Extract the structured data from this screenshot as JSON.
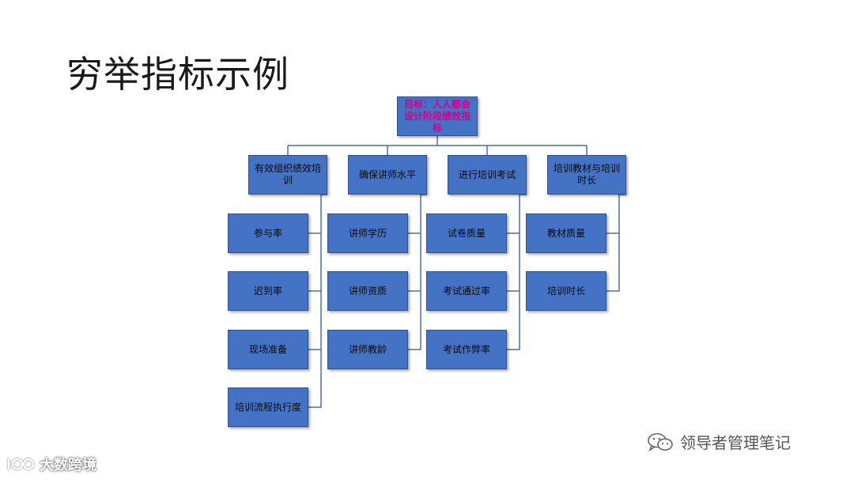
{
  "title": "穷举指标示例",
  "root": "目标：人人都会设计阶段绩效指标",
  "branches": [
    {
      "label": "有效组织绩效培训",
      "children": [
        "参与率",
        "迟到率",
        "现场准备",
        "培训流程执行度"
      ]
    },
    {
      "label": "确保讲师水平",
      "children": [
        "讲师学历",
        "讲师资质",
        "讲师教龄"
      ]
    },
    {
      "label": "进行培训考试",
      "children": [
        "试卷质量",
        "考试通过率",
        "考试作弊率"
      ]
    },
    {
      "label": "培训教材与培训时长",
      "children": [
        "教材质量",
        "培训时长"
      ]
    }
  ],
  "watermarks": {
    "left": "大数跨境",
    "right": "领导者管理笔记"
  },
  "colors": {
    "box_fill": "#4472c4",
    "root_text": "#d4008a",
    "line": "#4a6fb0"
  }
}
